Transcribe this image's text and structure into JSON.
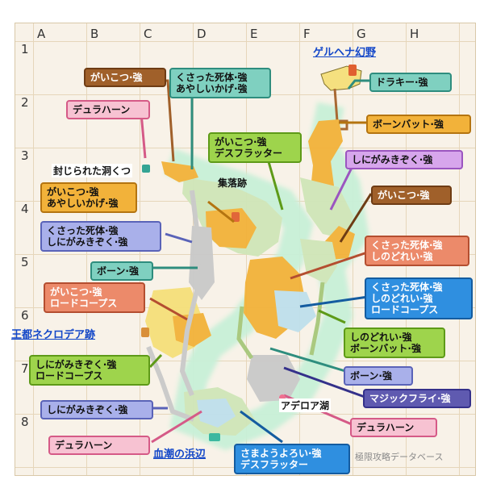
{
  "grid": {
    "columns": [
      "A",
      "B",
      "C",
      "D",
      "E",
      "F",
      "G",
      "H"
    ],
    "rows": [
      "1",
      "2",
      "3",
      "4",
      "5",
      "6",
      "7",
      "8"
    ]
  },
  "links": {
    "gelhena": "ゲルヘナ幻野",
    "necrodea": "王都ネクロデア跡",
    "chishio": "血潮の浜辺"
  },
  "places": {
    "sealed_cave": "封じられた洞くつ",
    "village_ruins": "集落跡",
    "aderoa_lake": "アデロア湖"
  },
  "watermark": "極限攻略データベース",
  "monster_tags": {
    "t1": "がいこつ·強",
    "t2": "くさった死体·強\nあやしいかげ·強",
    "t3": "デュラハーン",
    "t4": "ドラキー·強",
    "t5": "ボーンバット·強",
    "t6": "がいこつ·強\nデスフラッター",
    "t7": "しにがみきぞく·強",
    "t8": "がいこつ·強\nあやしいかげ·強",
    "t9": "がいこつ·強",
    "t10": "くさった死体·強\nしにがみきぞく·強",
    "t11": "くさった死体·強\nしのどれい·強",
    "t12": "ボーン·強",
    "t13": "くさった死体·強\nしのどれい·強\nロードコープス",
    "t14": "がいこつ·強\nロードコープス",
    "t15": "しのどれい·強\nボーンバット·強",
    "t16": "しにがみきぞく·強\nロードコープス",
    "t17": "ボーン·強",
    "t18": "マジックフライ·強",
    "t19": "しにがみきぞく·強",
    "t20": "デュラハーン",
    "t21": "デュラハーン",
    "t22": "さまようよろい·強\nデスフラッター"
  },
  "colors": {
    "brown": "#a0602a",
    "teal": "#7fd0c0",
    "pink": "#f7c2d2",
    "orange": "#f2b23a",
    "green": "#9ed44c",
    "lavender": "#a9b0ea",
    "salmon": "#ec8a6a",
    "blue": "#2f8fe0",
    "purple": "#d7a6ec",
    "indigo": "#5f5ab0",
    "map_area": "#f3c36a",
    "map_gray": "#c9c9c9"
  }
}
